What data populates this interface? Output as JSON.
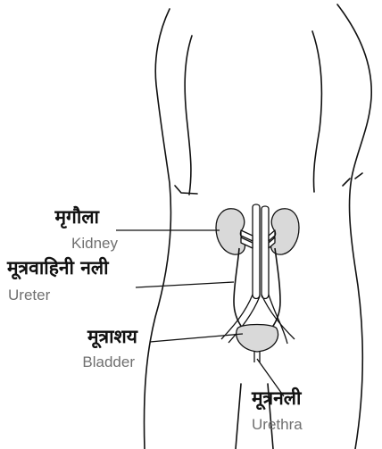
{
  "labels": {
    "kidney": {
      "hindi": "मृगौला",
      "english": "Kidney"
    },
    "ureter": {
      "hindi": "मूत्रवाहिनी नली",
      "english": "Ureter"
    },
    "bladder": {
      "hindi": "मूत्राशय",
      "english": "Bladder"
    },
    "urethra": {
      "hindi": "मूत्रनली",
      "english": "Urethra"
    }
  },
  "colors": {
    "outline": "#111111",
    "organ_fill": "#d9d9d9",
    "english_text": "#707070"
  }
}
